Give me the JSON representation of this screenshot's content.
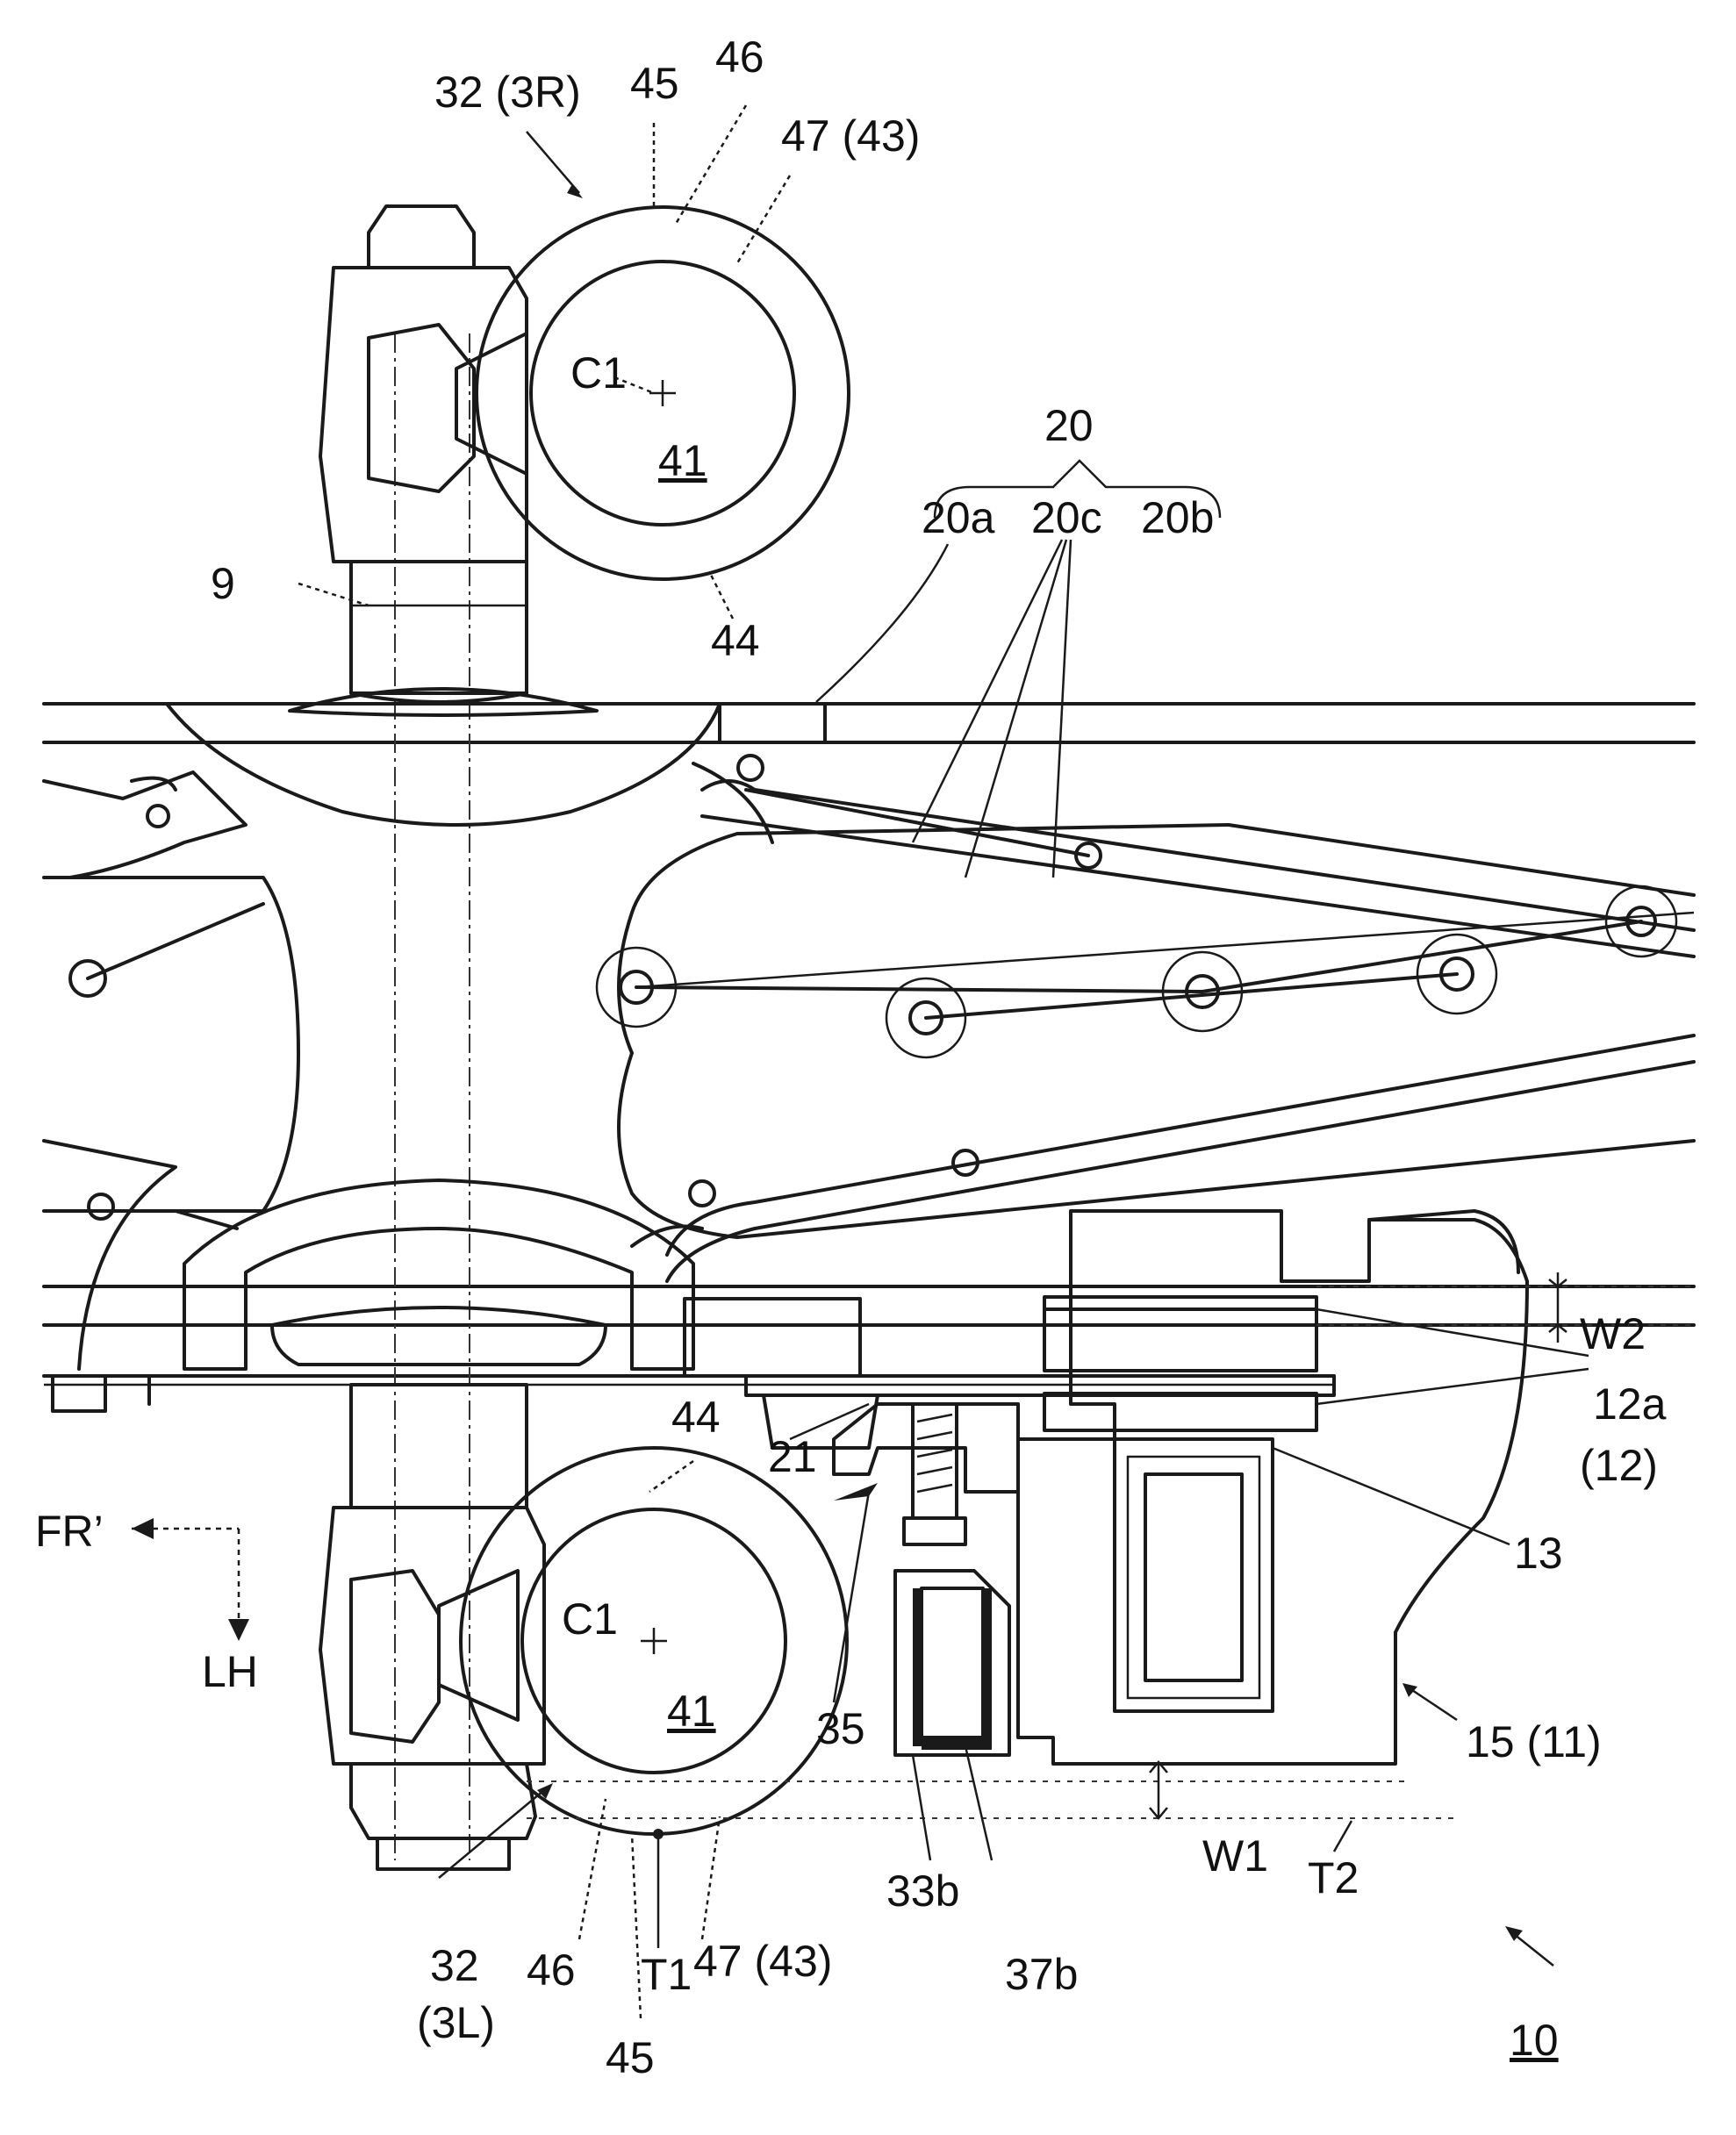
{
  "labels": {
    "l_32_3R": "32 (3R)",
    "l_45_top": "45",
    "l_46_top": "46",
    "l_47_43_top": "47 (43)",
    "l_C1_top": "C1",
    "l_41_top": "41",
    "l_9": "9",
    "l_44_top": "44",
    "l_20": "20",
    "l_20a": "20a",
    "l_20c": "20c",
    "l_20b": "20b",
    "l_W2": "W2",
    "l_12a": "12a",
    "l_12": "(12)",
    "l_44_bot": "44",
    "l_21": "21",
    "l_FR": "FR’",
    "l_LH": "LH",
    "l_C1_bot": "C1",
    "l_41_bot": "41",
    "l_13": "13",
    "l_35": "35",
    "l_15_11": "15 (11)",
    "l_33b": "33b",
    "l_W1": "W1",
    "l_T2": "T2",
    "l_32_bot": "32",
    "l_3L": "(3L)",
    "l_46_bot": "46",
    "l_T1": "T1",
    "l_47_43_bot": "47 (43)",
    "l_37b": "37b",
    "l_45_bot": "45",
    "l_10": "10"
  }
}
